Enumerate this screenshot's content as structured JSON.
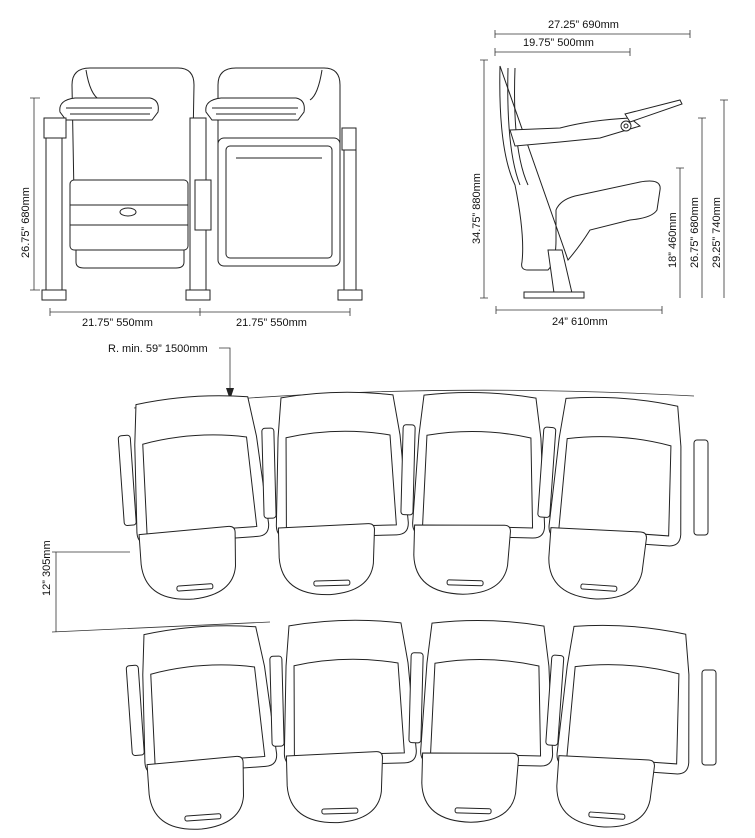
{
  "dimensions": {
    "front_height": "26.75” 680mm",
    "front_width_left": "21.75” 550mm",
    "front_width_right": "21.75” 550mm",
    "side_overall_depth_top": "27.25” 690mm",
    "side_depth_top": "19.75” 500mm",
    "side_total_height": "34.75” 880mm",
    "side_seat_height": "18” 460mm",
    "side_arm_height": "26.75” 680mm",
    "side_tablet_height": "29.25” 740mm",
    "side_base_depth": "24” 610mm",
    "radius_min": "R. min. 59” 1500mm",
    "row_offset": "12” 305mm"
  }
}
